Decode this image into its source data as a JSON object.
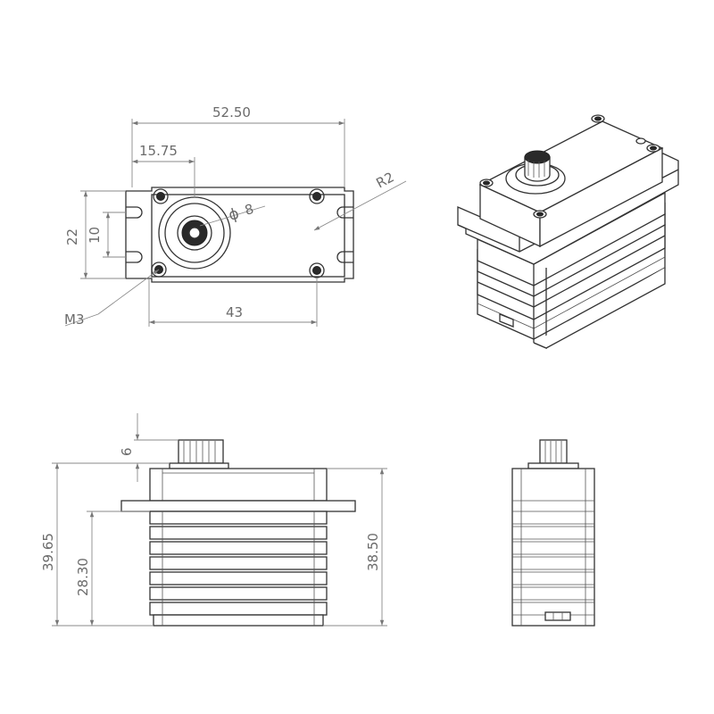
{
  "top_view": {
    "dim_overall_width": "52.50",
    "dim_shaft_offset": "15.75",
    "dim_hole_spacing": "43",
    "dim_height_outer": "22",
    "dim_height_inner": "10",
    "dim_corner_radius": "R2",
    "dim_shaft_diameter": "8",
    "diameter_symbol": "ϕ",
    "thread_label": "M3"
  },
  "front_view": {
    "dim_spline_height": "6",
    "dim_total_height": "39.65",
    "dim_below_flange": "28.30",
    "dim_body_height": "38.50"
  }
}
